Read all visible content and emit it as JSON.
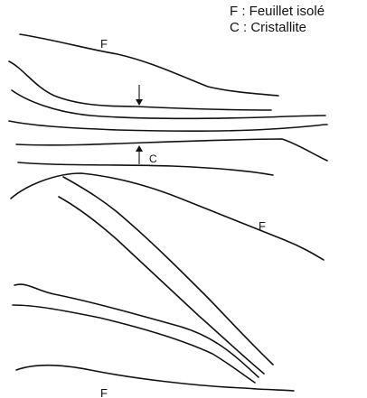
{
  "legend": {
    "f_entry": "F : Feuillet isolé",
    "c_entry": "C : Cristallite"
  },
  "labels": {
    "f_top": "F",
    "c_mid": "C",
    "f_right": "F",
    "f_bottom": "F"
  },
  "colors": {
    "stroke": "#111111",
    "background": "#ffffff"
  }
}
